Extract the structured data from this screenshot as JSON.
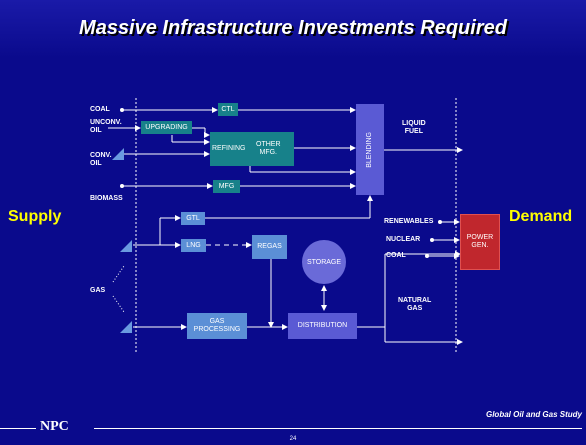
{
  "title": "Massive Infrastructure Investments Required",
  "supply_label": "Supply",
  "demand_label": "Demand",
  "inputs": {
    "coal": "COAL",
    "unconv_oil": "UNCONV.\nOIL",
    "conv_oil": "CONV.\nOIL",
    "biomass": "BIOMASS",
    "gas": "GAS"
  },
  "boxes": {
    "ctl": "CTL",
    "upgrading": "UPGRADING",
    "refining": "REFINING",
    "other_mfg": "OTHER\nMFG.",
    "mfg": "MFG",
    "blending": "BLENDING",
    "gtl": "GTL",
    "lng": "LNG",
    "regas": "REGAS",
    "storage": "STORAGE",
    "gas_processing": "GAS\nPROCESSING",
    "distribution": "DISTRIBUTION",
    "power_gen": "POWER\nGEN."
  },
  "outputs": {
    "liquid_fuel": "LIQUID\nFUEL",
    "renewables": "RENEWABLES",
    "nuclear": "NUCLEAR",
    "coal": "COAL",
    "natural_gas": "NATURAL\nGAS"
  },
  "footer": {
    "org": "NPC",
    "study": "Global Oil and Gas Study",
    "page": "24"
  }
}
